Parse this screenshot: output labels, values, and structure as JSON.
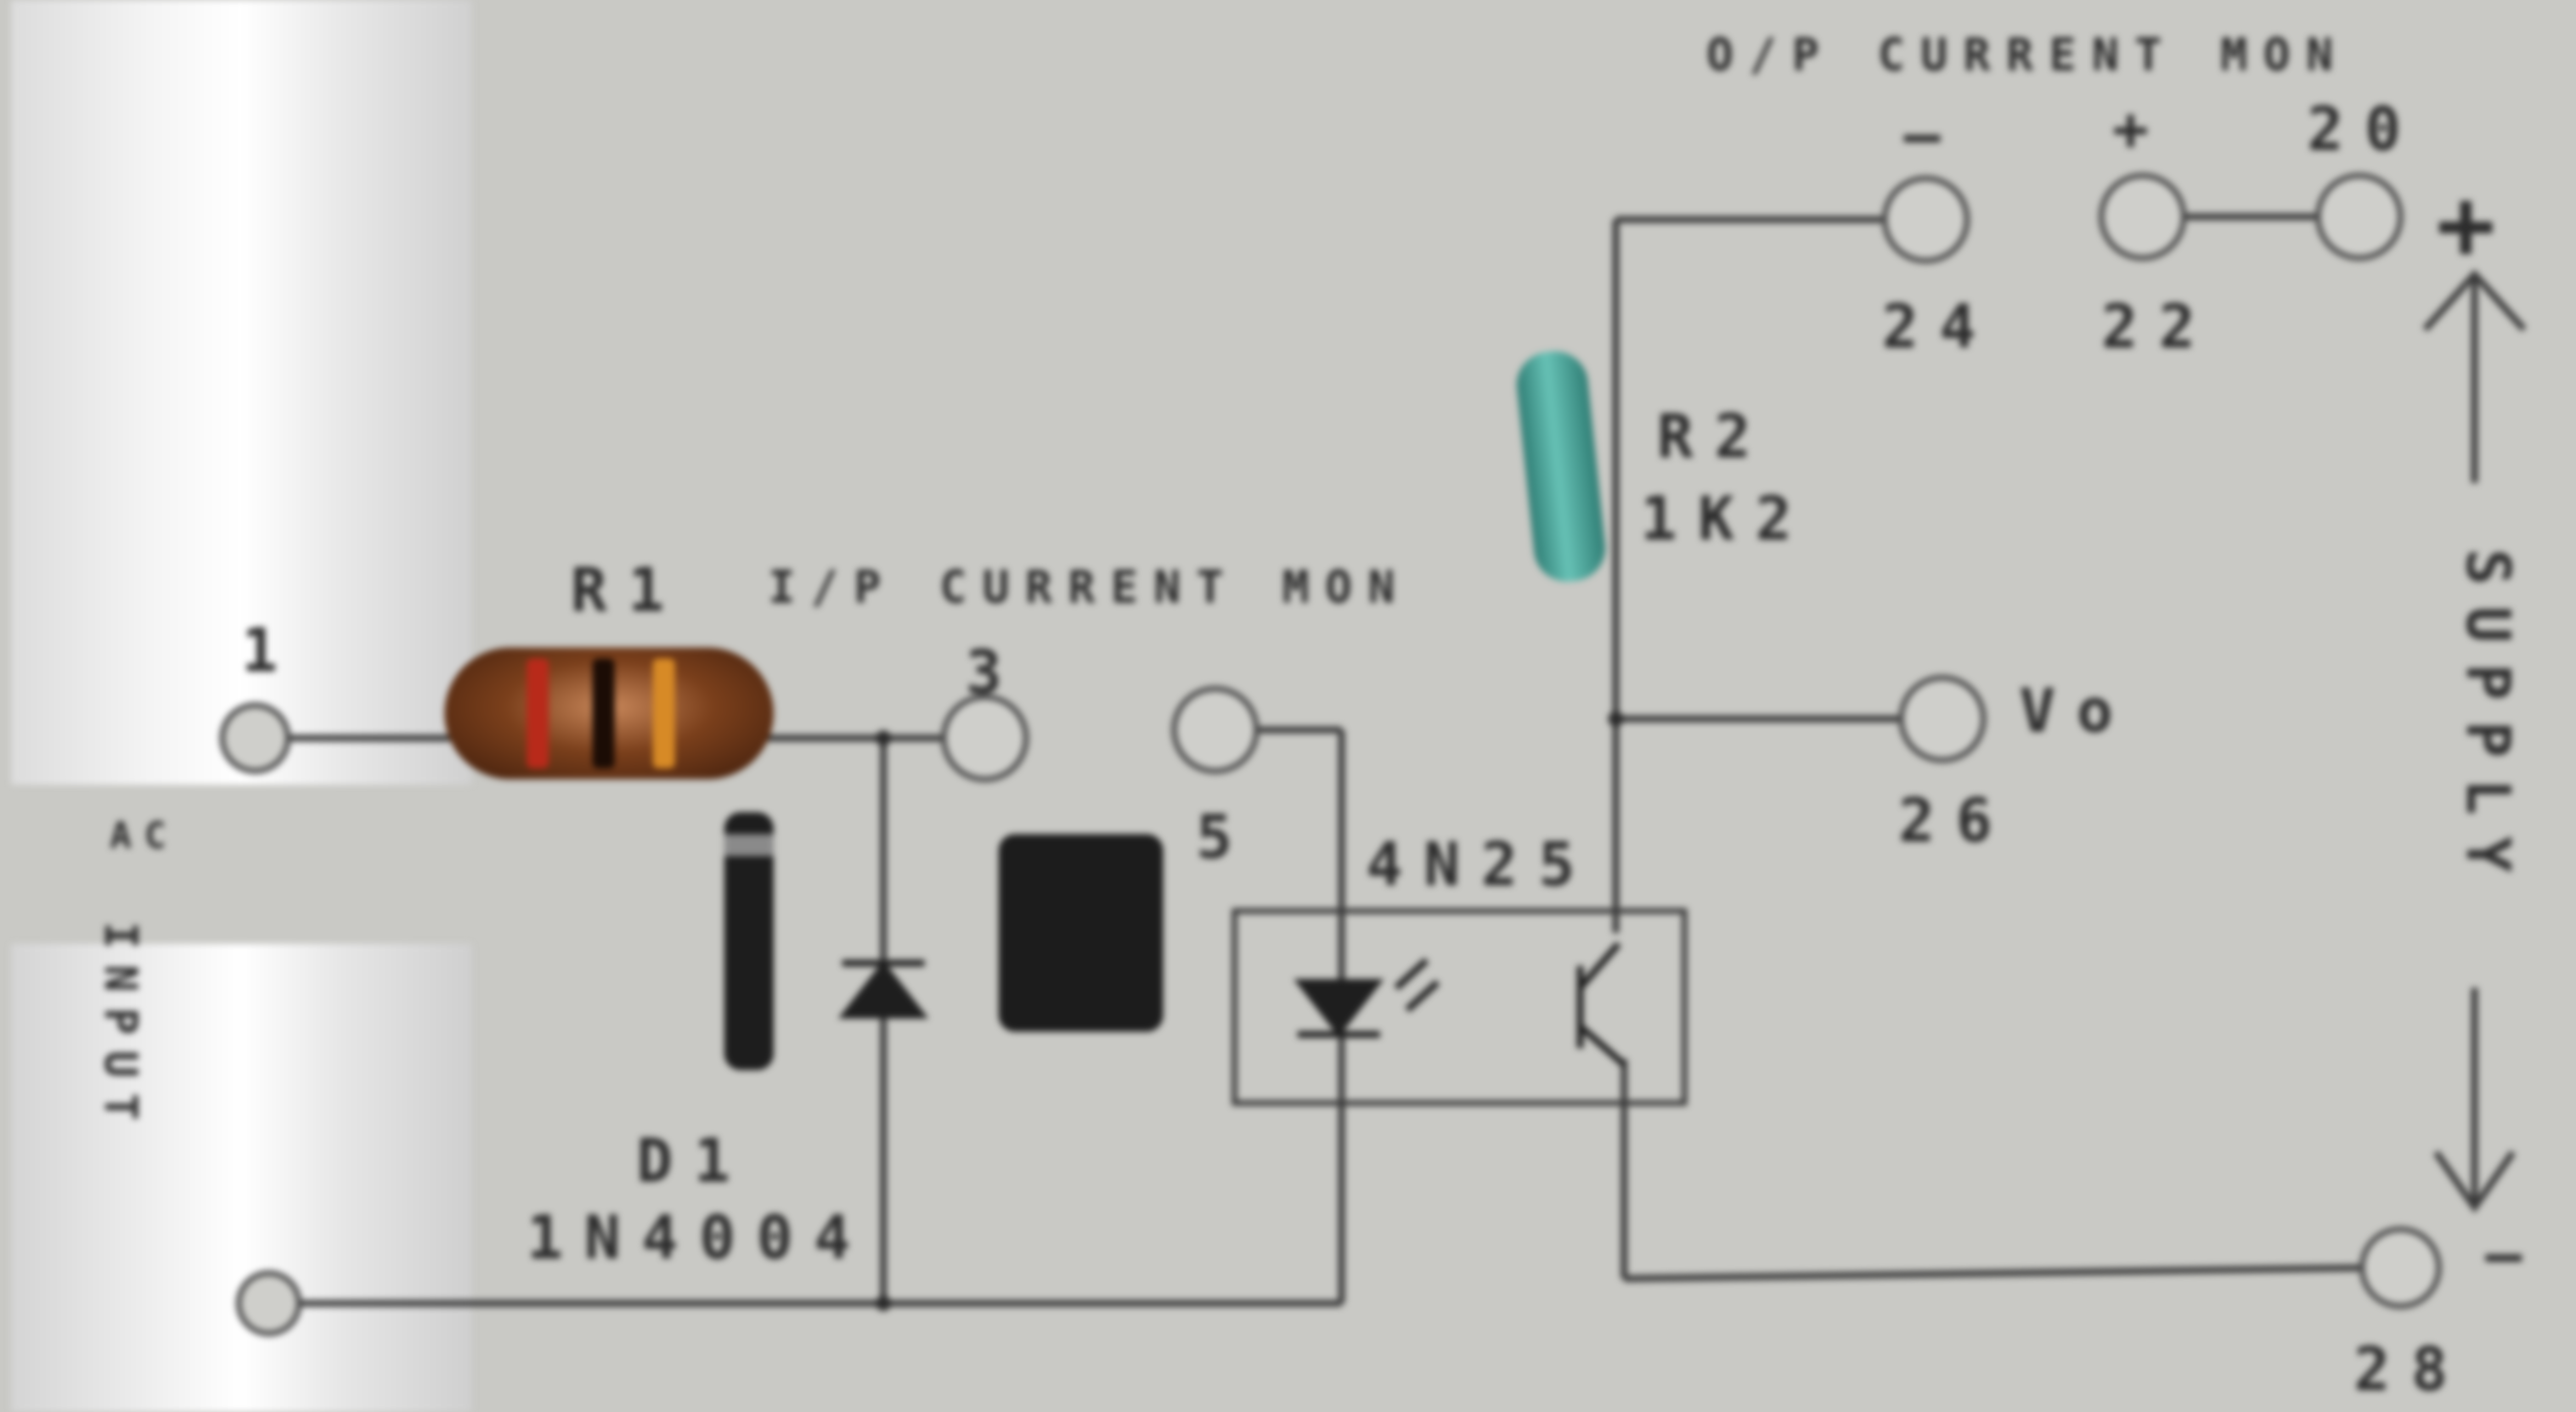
{
  "labels": {
    "top_heading": "O/P CURRENT MON",
    "mid_heading": "I/P CURRENT MON",
    "pin_minus": "–",
    "pin_plus": "+",
    "pin_20": "20",
    "pin_24": "24",
    "pin_22": "22",
    "pin_1": "1",
    "pin_3": "3",
    "pin_5": "5",
    "pin_26": "26",
    "pin_28": "28",
    "r1": "R1",
    "r2": "R2",
    "r2_value": "1K2",
    "optocoupler": "4N25",
    "d1": "D1",
    "d1_part": "1N4004",
    "output": "Vo",
    "supply_plus": "+",
    "supply_minus": "–",
    "supply_label": "SUPPLY",
    "input_label": "INPUT",
    "ac_mark": "AC"
  },
  "colors": {
    "paper": "#c9c9c5",
    "ink": "#2c2c2c",
    "resistor_body": "#6b3a1a",
    "resistor2_body": "#4aa39a",
    "chip": "#1c1c1c"
  }
}
